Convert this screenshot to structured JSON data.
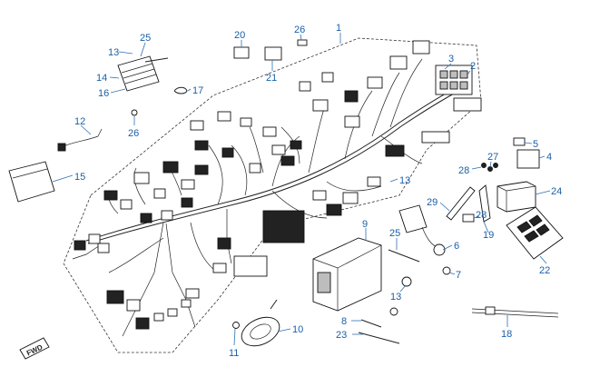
{
  "callouts": [
    {
      "id": "c1",
      "text": "1"
    },
    {
      "id": "c2",
      "text": "2"
    },
    {
      "id": "c3",
      "text": "3"
    },
    {
      "id": "c4",
      "text": "4"
    },
    {
      "id": "c5",
      "text": "5"
    },
    {
      "id": "c6",
      "text": "6"
    },
    {
      "id": "c7",
      "text": "7"
    },
    {
      "id": "c8",
      "text": "8"
    },
    {
      "id": "c9",
      "text": "9"
    },
    {
      "id": "c10",
      "text": "10"
    },
    {
      "id": "c11",
      "text": "11"
    },
    {
      "id": "c12",
      "text": "12"
    },
    {
      "id": "c13a",
      "text": "13"
    },
    {
      "id": "c13b",
      "text": "13"
    },
    {
      "id": "c13c",
      "text": "13"
    },
    {
      "id": "c14",
      "text": "14"
    },
    {
      "id": "c15",
      "text": "15"
    },
    {
      "id": "c16",
      "text": "16"
    },
    {
      "id": "c17",
      "text": "17"
    },
    {
      "id": "c18",
      "text": "18"
    },
    {
      "id": "c19",
      "text": "19"
    },
    {
      "id": "c20",
      "text": "20"
    },
    {
      "id": "c21",
      "text": "21"
    },
    {
      "id": "c22",
      "text": "22"
    },
    {
      "id": "c23",
      "text": "23"
    },
    {
      "id": "c24",
      "text": "24"
    },
    {
      "id": "c25a",
      "text": "25"
    },
    {
      "id": "c25b",
      "text": "25"
    },
    {
      "id": "c26a",
      "text": "26"
    },
    {
      "id": "c26b",
      "text": "26"
    },
    {
      "id": "c27",
      "text": "27"
    },
    {
      "id": "c28a",
      "text": "28"
    },
    {
      "id": "c28b",
      "text": "28"
    },
    {
      "id": "c29",
      "text": "29"
    }
  ],
  "fwd_marker": "FWD",
  "colors": {
    "callout": "#1a5fa8",
    "line": "#222222"
  }
}
